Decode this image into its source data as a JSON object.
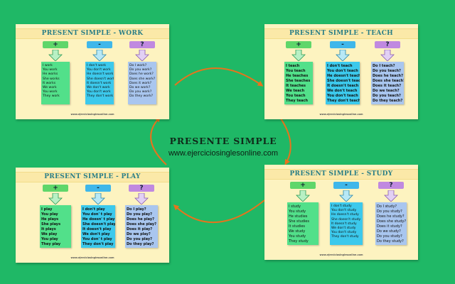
{
  "colors": {
    "background": "#1fb866",
    "card": "#fdf3c0",
    "cycle_arrow": "#e8731c",
    "title_text": "#2a7e86"
  },
  "center": {
    "title": "PRESENTE SIMPLE",
    "url": "www.ejerciciosinglesonline.com"
  },
  "cards": {
    "work": {
      "title": "PRESENT SIMPLE - WORK",
      "signs": {
        "aff": "+",
        "neg": "-",
        "int": "?"
      },
      "affirmative": [
        "I work",
        "You work",
        "He works",
        "She works",
        "It works",
        "We work",
        "You work",
        "They work"
      ],
      "negative": [
        "I don't work",
        "You don't work",
        "He doesn't work",
        "She doesn't work",
        "It doesn't work",
        "We don't work",
        "You don't work",
        "They don't work"
      ],
      "interrogative": [
        "Do I work?",
        "Do you work?",
        "Does he work?",
        "Does she work?",
        "Does it work?",
        "Do we work?",
        "Do you work?",
        "Do they work?"
      ],
      "footer": "www.ejerciciosinglesonline.com"
    },
    "teach": {
      "title": "PRESENT SIMPLE - TEACH",
      "signs": {
        "aff": "+",
        "neg": "-",
        "int": "?"
      },
      "affirmative": [
        "I teach",
        "You teach",
        "He teaches",
        "She teaches",
        "It teaches",
        "We teach",
        "You teach",
        "They teach"
      ],
      "negative": [
        "I don't teach",
        "You don't teach",
        "He doesn't teach",
        "She doesn't teach",
        "It doesn't teach",
        "We don't teach",
        "You don't teach",
        "They don't teach"
      ],
      "interrogative": [
        "Do I teach?",
        "Do you teach?",
        "Does he teach?",
        "Does she teach?",
        "Does it teach?",
        "Do we teach?",
        "Do you teach?",
        "Do they teach?"
      ],
      "footer": "www.ejerciciosinglesonline.com"
    },
    "play": {
      "title": "PRESENT SIMPLE - PLAY",
      "signs": {
        "aff": "+",
        "neg": "-",
        "int": "?"
      },
      "affirmative": [
        "I play",
        "You play",
        "He plays",
        "She plays",
        "It plays",
        "We play",
        "You play",
        "They play"
      ],
      "negative": [
        "I don't play",
        "You don' t play",
        "He doesn' t play",
        "She doesn't play",
        "It doesn't play",
        "We don't play",
        "You don' t play",
        "They don't play"
      ],
      "interrogative": [
        "Do I play?",
        "Do you play?",
        "Does he play?",
        "Does she play?",
        "Does it play?",
        "Do we play?",
        "Do you play?",
        "Do they play?"
      ],
      "footer": "www.ejerciciosinglesonline.com"
    },
    "study": {
      "title": "PRESENT SIMPLE - STUDY",
      "signs": {
        "aff": "+",
        "neg": "-",
        "int": "?"
      },
      "affirmative": [
        "I study",
        "You study",
        "He studies",
        "She studies",
        "It studies",
        "We study",
        "You study",
        "They study"
      ],
      "negative": [
        "I don't study",
        "You don't study",
        "He doesn't study",
        "She doesn't study",
        "It doesn't study",
        "We don't study",
        "You don't study",
        "They don't study"
      ],
      "interrogative": [
        "Do I study?",
        "Do you study?",
        "Does he study?",
        "Does she study?",
        "Does it study?",
        "Do we study?",
        "Do you study?",
        "Do they study?"
      ],
      "footer": "www.ejerciciosinglesonline.com"
    }
  }
}
